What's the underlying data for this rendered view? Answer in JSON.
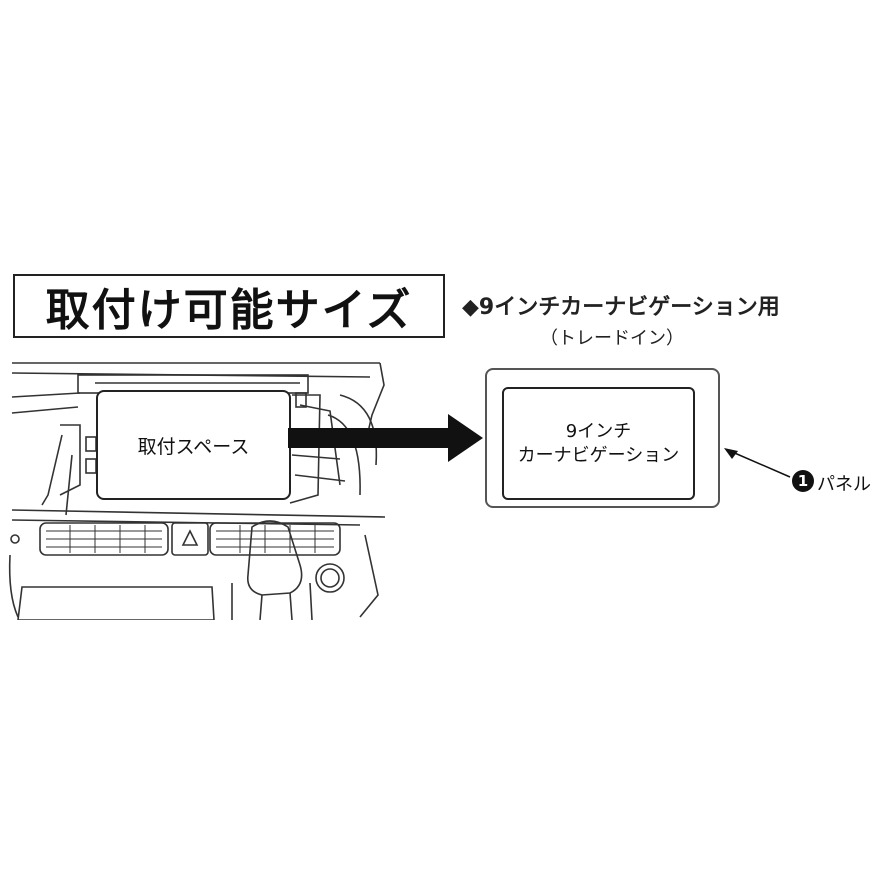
{
  "title": "取付け可能サイズ",
  "spec": {
    "line": "◆9インチカーナビゲーション用",
    "sub": "（トレードイン）"
  },
  "dashboard": {
    "space_label": "取付スペース"
  },
  "panel": {
    "line1": "9インチ",
    "line2": "カーナビゲーション"
  },
  "part": {
    "number": "1",
    "label": "パネル"
  }
}
